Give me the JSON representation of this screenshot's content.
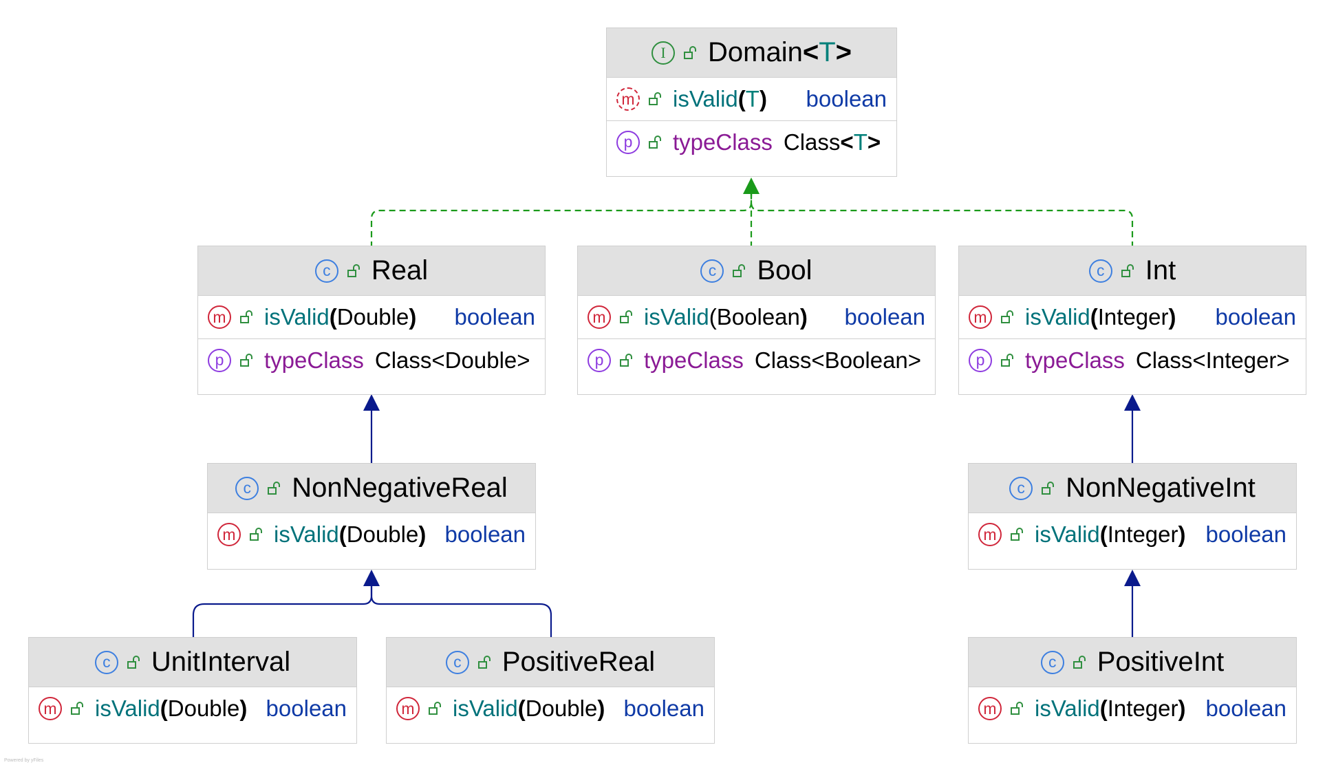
{
  "watermark": "Powered by yFiles",
  "nodes": {
    "domain": {
      "kind_icon": "interface-icon",
      "title": "Domain",
      "title_lt": "<",
      "title_param": "T",
      "title_gt": ">",
      "method": {
        "name": "isValid",
        "open": "(",
        "arg": "T",
        "close": ")",
        "returns": "boolean"
      },
      "property": {
        "name": "typeClass",
        "type": "Class",
        "lt": "<",
        "param": "T",
        "gt": ">"
      }
    },
    "real": {
      "kind_icon": "class-icon",
      "title": "Real",
      "method": {
        "name": "isValid",
        "open": "(",
        "arg": "Double",
        "close": ")",
        "returns": "boolean"
      },
      "property": {
        "name": "typeClass",
        "type": "Class<Double>"
      }
    },
    "bool": {
      "kind_icon": "class-icon",
      "title": "Bool",
      "method": {
        "name": "isValid",
        "open": "(",
        "arg": "Boolean",
        "close": ")",
        "returns": "boolean"
      },
      "property": {
        "name": "typeClass",
        "type": "Class<Boolean>"
      }
    },
    "int": {
      "kind_icon": "class-icon",
      "title": "Int",
      "method": {
        "name": "isValid",
        "open": "(",
        "arg": "Integer",
        "close": ")",
        "returns": "boolean"
      },
      "property": {
        "name": "typeClass",
        "type": "Class<Integer>"
      }
    },
    "nonnegativereal": {
      "kind_icon": "class-icon",
      "title": "NonNegativeReal",
      "method": {
        "name": "isValid",
        "open": "(",
        "arg": "Double",
        "close": ")",
        "returns": "boolean"
      }
    },
    "nonnegativeint": {
      "kind_icon": "class-icon",
      "title": "NonNegativeInt",
      "method": {
        "name": "isValid",
        "open": "(",
        "arg": "Integer",
        "close": ")",
        "returns": "boolean"
      }
    },
    "unitinterval": {
      "kind_icon": "class-icon",
      "title": "UnitInterval",
      "method": {
        "name": "isValid",
        "open": "(",
        "arg": "Double",
        "close": ")",
        "returns": "boolean"
      }
    },
    "positivereal": {
      "kind_icon": "class-icon",
      "title": "PositiveReal",
      "method": {
        "name": "isValid",
        "open": "(",
        "arg": "Double",
        "close": ")",
        "returns": "boolean"
      }
    },
    "positiveint": {
      "kind_icon": "class-icon",
      "title": "PositiveInt",
      "method": {
        "name": "isValid",
        "open": "(",
        "arg": "Integer",
        "close": ")",
        "returns": "boolean"
      }
    }
  },
  "edges": [
    {
      "from": "Real",
      "to": "Domain",
      "relation": "implements"
    },
    {
      "from": "Bool",
      "to": "Domain",
      "relation": "implements"
    },
    {
      "from": "Int",
      "to": "Domain",
      "relation": "implements"
    },
    {
      "from": "NonNegativeReal",
      "to": "Real",
      "relation": "extends"
    },
    {
      "from": "UnitInterval",
      "to": "NonNegativeReal",
      "relation": "extends"
    },
    {
      "from": "PositiveReal",
      "to": "NonNegativeReal",
      "relation": "extends"
    },
    {
      "from": "NonNegativeInt",
      "to": "Int",
      "relation": "extends"
    },
    {
      "from": "PositiveInt",
      "to": "NonNegativeInt",
      "relation": "extends"
    }
  ],
  "colors": {
    "implements_edge": "#1a9a1a",
    "extends_edge": "#0a1a8c",
    "header_bg": "#e1e1e1",
    "method_name": "#00727a",
    "property_name": "#8a1a95",
    "return_type": "#0f3aa6",
    "class_badge": "#3d7fe0",
    "interface_badge": "#2f8f3f",
    "method_badge": "#d0263a",
    "property_badge": "#8d3be0",
    "lock_icon": "#2f8f3f"
  }
}
